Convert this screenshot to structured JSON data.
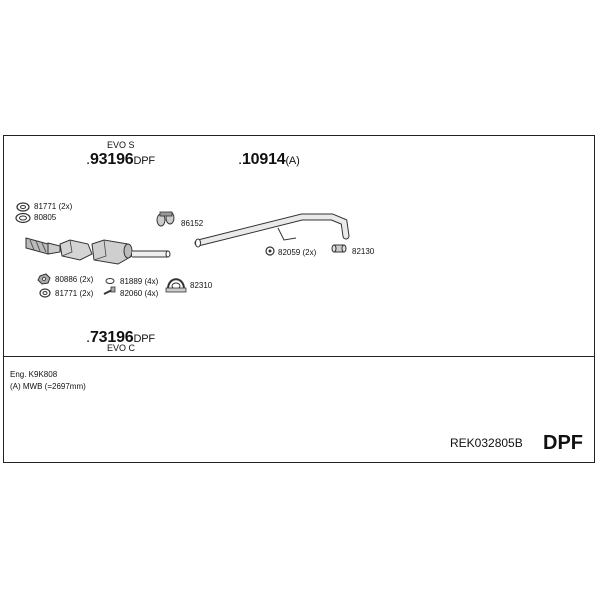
{
  "header_parts": {
    "evo_s_label": "EVO S",
    "part_93196": {
      "prefix": ".",
      "number": "93196",
      "suffix": "DPF"
    },
    "part_10914": {
      "prefix": ".",
      "number": "10914",
      "suffix": "(A)"
    },
    "part_73196": {
      "prefix": ".",
      "number": "73196",
      "suffix": "DPF"
    },
    "evo_c_label": "EVO C"
  },
  "small_parts": {
    "p81771_top": "81771 (2x)",
    "p80805": "80805",
    "p86152": "86152",
    "p82059": "82059 (2x)",
    "p82130": "82130",
    "p80886": "80886 (2x)",
    "p81889": "81889 (4x)",
    "p82310": "82310",
    "p81771_bottom": "81771 (2x)",
    "p82060": "82060 (4x)"
  },
  "notes": {
    "engine": "Eng. K9K808",
    "wheelbase": "(A) MWB (=2697mm)"
  },
  "footer": {
    "reference": "REK032805B",
    "type": "DPF"
  }
}
